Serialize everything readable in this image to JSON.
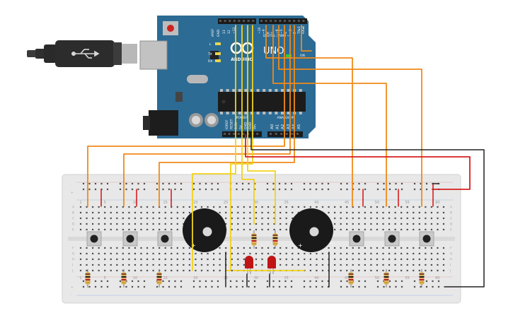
{
  "board": {
    "aref_label": "AREF",
    "gnd_label": "GND",
    "digital_pin_labels": [
      "13",
      "12",
      "~11",
      "~10",
      "~9",
      "8",
      "7",
      "~6",
      "~5",
      "4",
      "~3",
      "2",
      "TX▸1",
      "RX◂0"
    ],
    "digital_header_label": "DIGITAL (PWM ~)",
    "uno_label": "UNO",
    "on_label": "ON",
    "arduino_label": "ARDUINO",
    "l_label": "L",
    "tx_label": "TX",
    "rx_label": "RX",
    "power_label": "POWER",
    "analog_label": "ANALOG IN",
    "power_pin_labels": [
      "IOREF",
      "RESET",
      "3.3V",
      "5V",
      "GND",
      "GND",
      "Vin"
    ],
    "analog_pin_labels": [
      "A0",
      "A1",
      "A2",
      "A3",
      "A4",
      "A5"
    ]
  },
  "breadboard": {
    "column_numbers": [
      "1",
      "5",
      "10",
      "15",
      "20",
      "25",
      "30",
      "35",
      "40",
      "45",
      "50",
      "55",
      "60"
    ],
    "row_letters_top": [
      "A",
      "B",
      "C",
      "D",
      "E"
    ],
    "row_letters_bottom": [
      "F",
      "G",
      "H",
      "I",
      "J"
    ],
    "rail_plus": "+",
    "rail_minus": "-"
  },
  "buzzers": {
    "plus_label": "+",
    "minus_label": "−"
  },
  "colors": {
    "wire_orange": "#f08a18",
    "wire_yellow": "#f2d21a",
    "wire_red": "#d81e1e",
    "wire_black": "#222222",
    "board_blue": "#2c6b94",
    "header_black": "#1b1b1b",
    "breadboard": "#e8e8e8",
    "led_red": "#c11414"
  }
}
